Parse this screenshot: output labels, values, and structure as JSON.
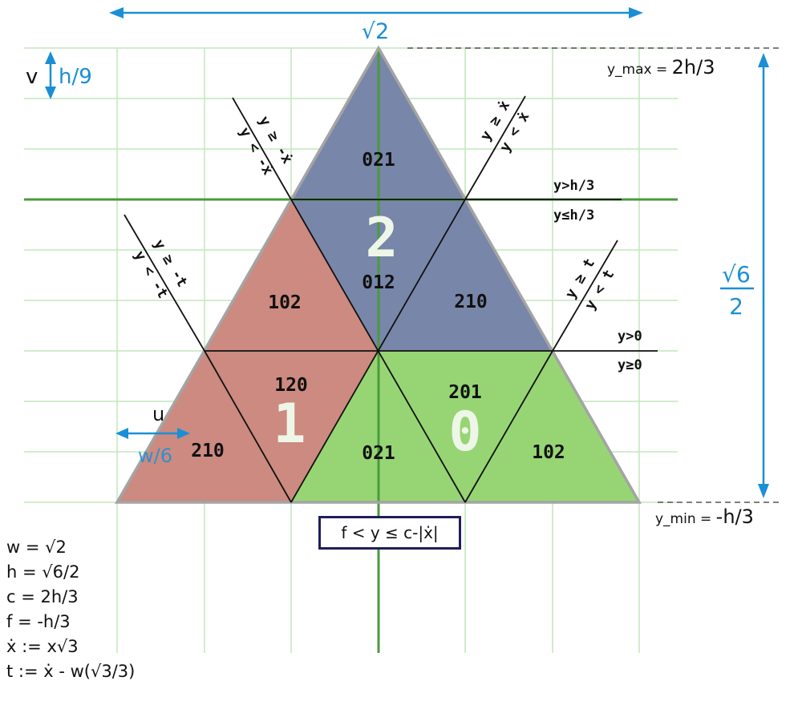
{
  "width_label": "√2",
  "height_label": {
    "numerator": "√6",
    "denominator": "2"
  },
  "y_max_label": {
    "prefix": "y_max = ",
    "value": "2h/3"
  },
  "y_min_label": {
    "prefix": "y_min = ",
    "value": "-h/3"
  },
  "v_label": "v",
  "v_value": "h/9",
  "u_label": "u",
  "u_value": "w/6",
  "region_labels": {
    "top": "2",
    "left": "1",
    "right": "0"
  },
  "cell_labels": {
    "top": "021",
    "mid_center": "012",
    "mid_left": "102",
    "mid_right": "210",
    "low_left_up": "120",
    "low_left": "210",
    "low_center": "021",
    "low_right_up": "201",
    "low_right": "102"
  },
  "boundaries": {
    "top_left": [
      "y ≥ -ẋ",
      "y < -ẋ"
    ],
    "top_right": [
      "y ≥ ẋ",
      "y < ẋ"
    ],
    "mid_left": [
      "y ≥ -t",
      "y < -t"
    ],
    "mid_right": [
      "y ≥ t",
      "y < t"
    ],
    "h_upper": [
      "y>h/3",
      "y≤h/3"
    ],
    "h_lower": [
      "y>0",
      "y≥0"
    ]
  },
  "formula": "f < y ≤ c-|ẋ|",
  "definitions": [
    "w = √2",
    "h = √6/2",
    "c = 2h/3",
    "f = -h/3",
    "ẋ := x√3",
    "t := ẋ - w(√3/3)"
  ],
  "colors": {
    "blue_region": "#7886aa",
    "red_region": "#cc8a80",
    "green_region": "#97d574",
    "grid": "#c4e6bd",
    "axis": "#4b9a3e",
    "annotation": "#1a8fd6"
  }
}
